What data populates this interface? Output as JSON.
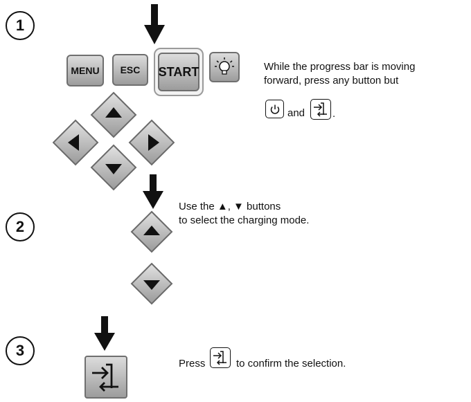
{
  "steps": [
    {
      "number": "1",
      "instruction_line1": "While the progress bar is moving",
      "instruction_line2": "forward, press any button but",
      "instruction_and": "and",
      "instruction_end": "."
    },
    {
      "number": "2",
      "instruction_line1": "Use the ▲, ▼ buttons",
      "instruction_line2": "to select the charging mode."
    },
    {
      "number": "3",
      "instruction_press": "Press",
      "instruction_rest": "to confirm the selection."
    }
  ],
  "keys": {
    "menu": "MENU",
    "esc": "ESC",
    "start": "START"
  },
  "icons": [
    "down-arrow-icon",
    "lightbulb-icon",
    "power-icon",
    "enter-icon",
    "up-triangle-icon",
    "down-triangle-icon",
    "left-triangle-icon",
    "right-triangle-icon"
  ],
  "colors": {
    "key_gradient_top": "#dcdcdc",
    "key_gradient_bottom": "#9c9c9c",
    "outline": "#111111"
  }
}
